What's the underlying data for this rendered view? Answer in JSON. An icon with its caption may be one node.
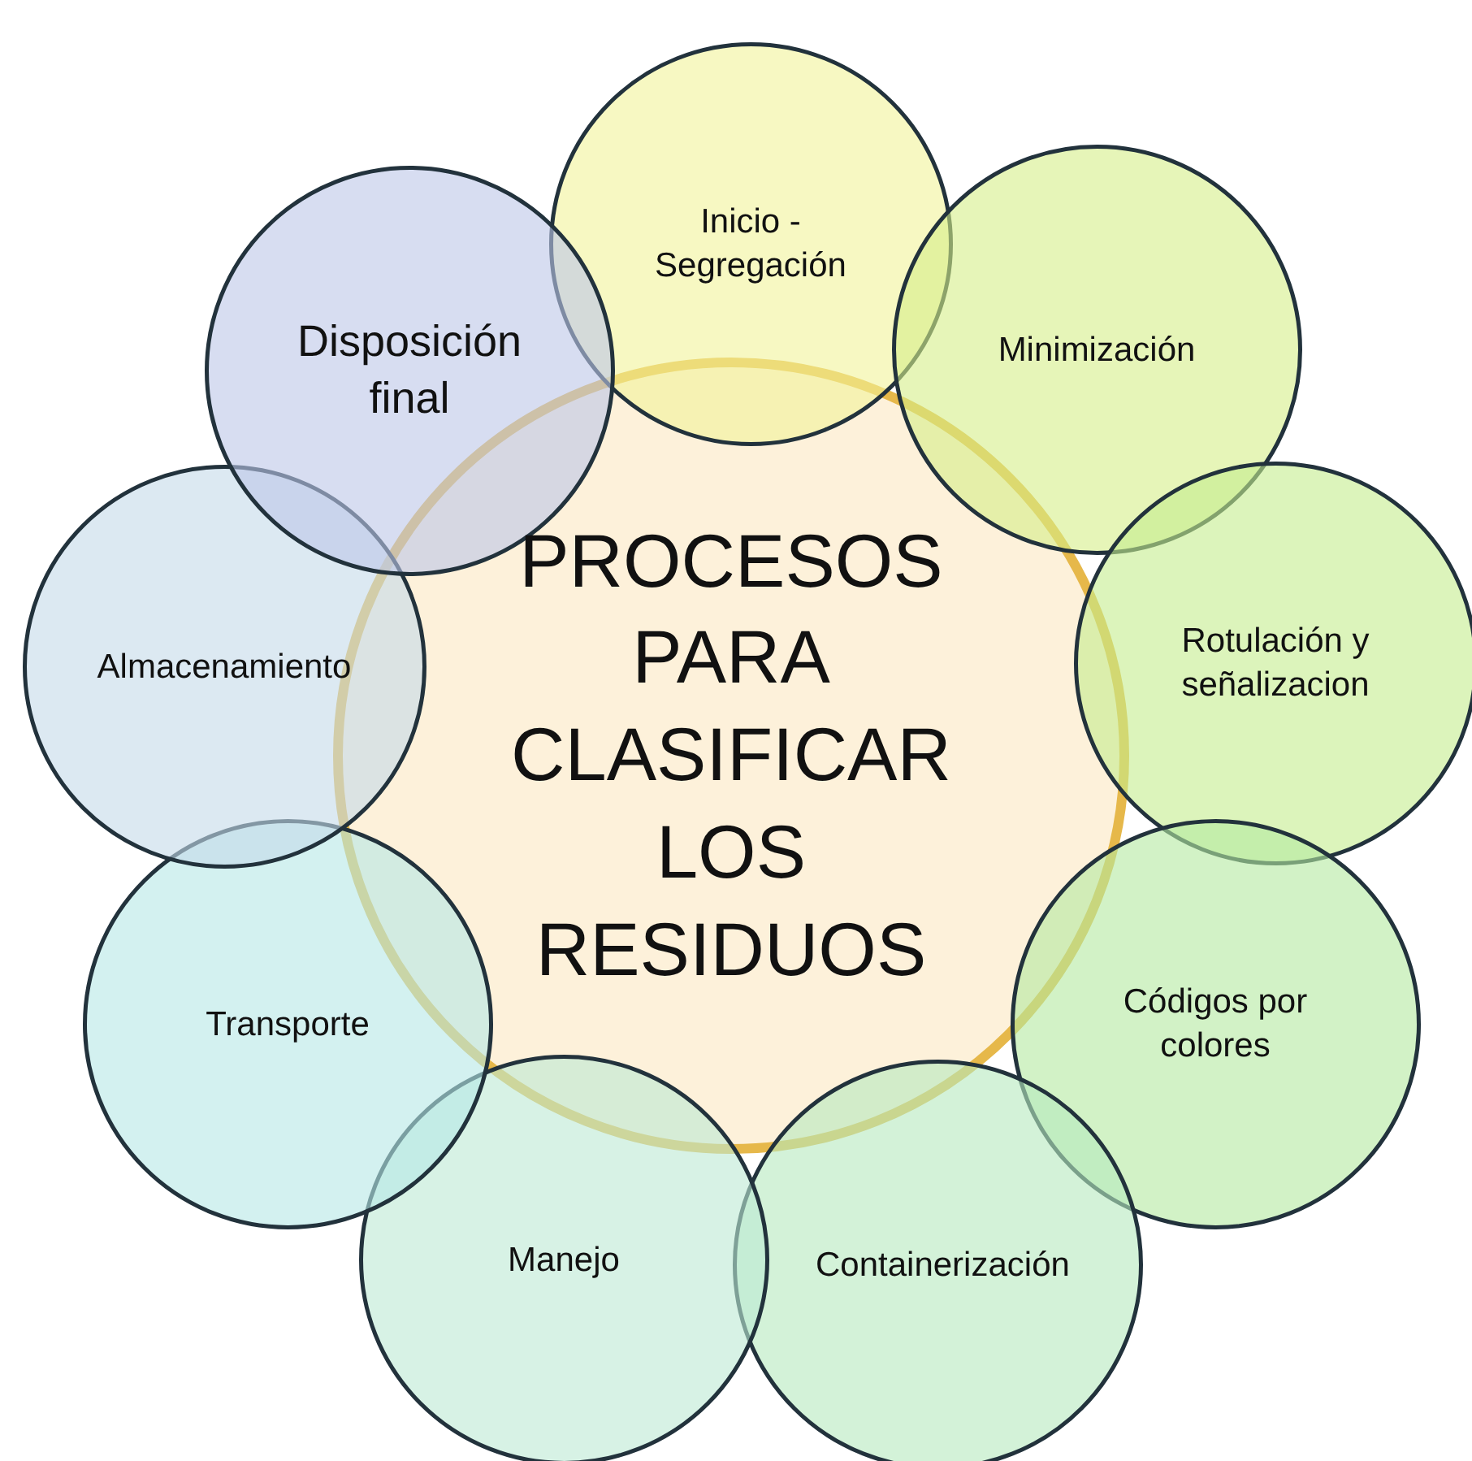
{
  "diagram": {
    "nodes": [
      {
        "text": [
          "PROCESOS PARA CLASIFICAR LOS RESIDUOS"
        ]
      },
      {
        "text": [
          "Inicio - Segregación"
        ]
      },
      {
        "text": [
          "Minimización"
        ]
      },
      {
        "text": [
          "Rotulación y señalizacion"
        ]
      },
      {
        "text": [
          "Códigos por colores"
        ]
      },
      {
        "text": [
          "Containerización"
        ]
      },
      {
        "text": [
          "Manejo"
        ]
      },
      {
        "text": [
          "Transporte"
        ]
      },
      {
        "text": [
          "Almacenamiento"
        ]
      },
      {
        "text": [
          "Disposición final"
        ]
      }
    ]
  }
}
